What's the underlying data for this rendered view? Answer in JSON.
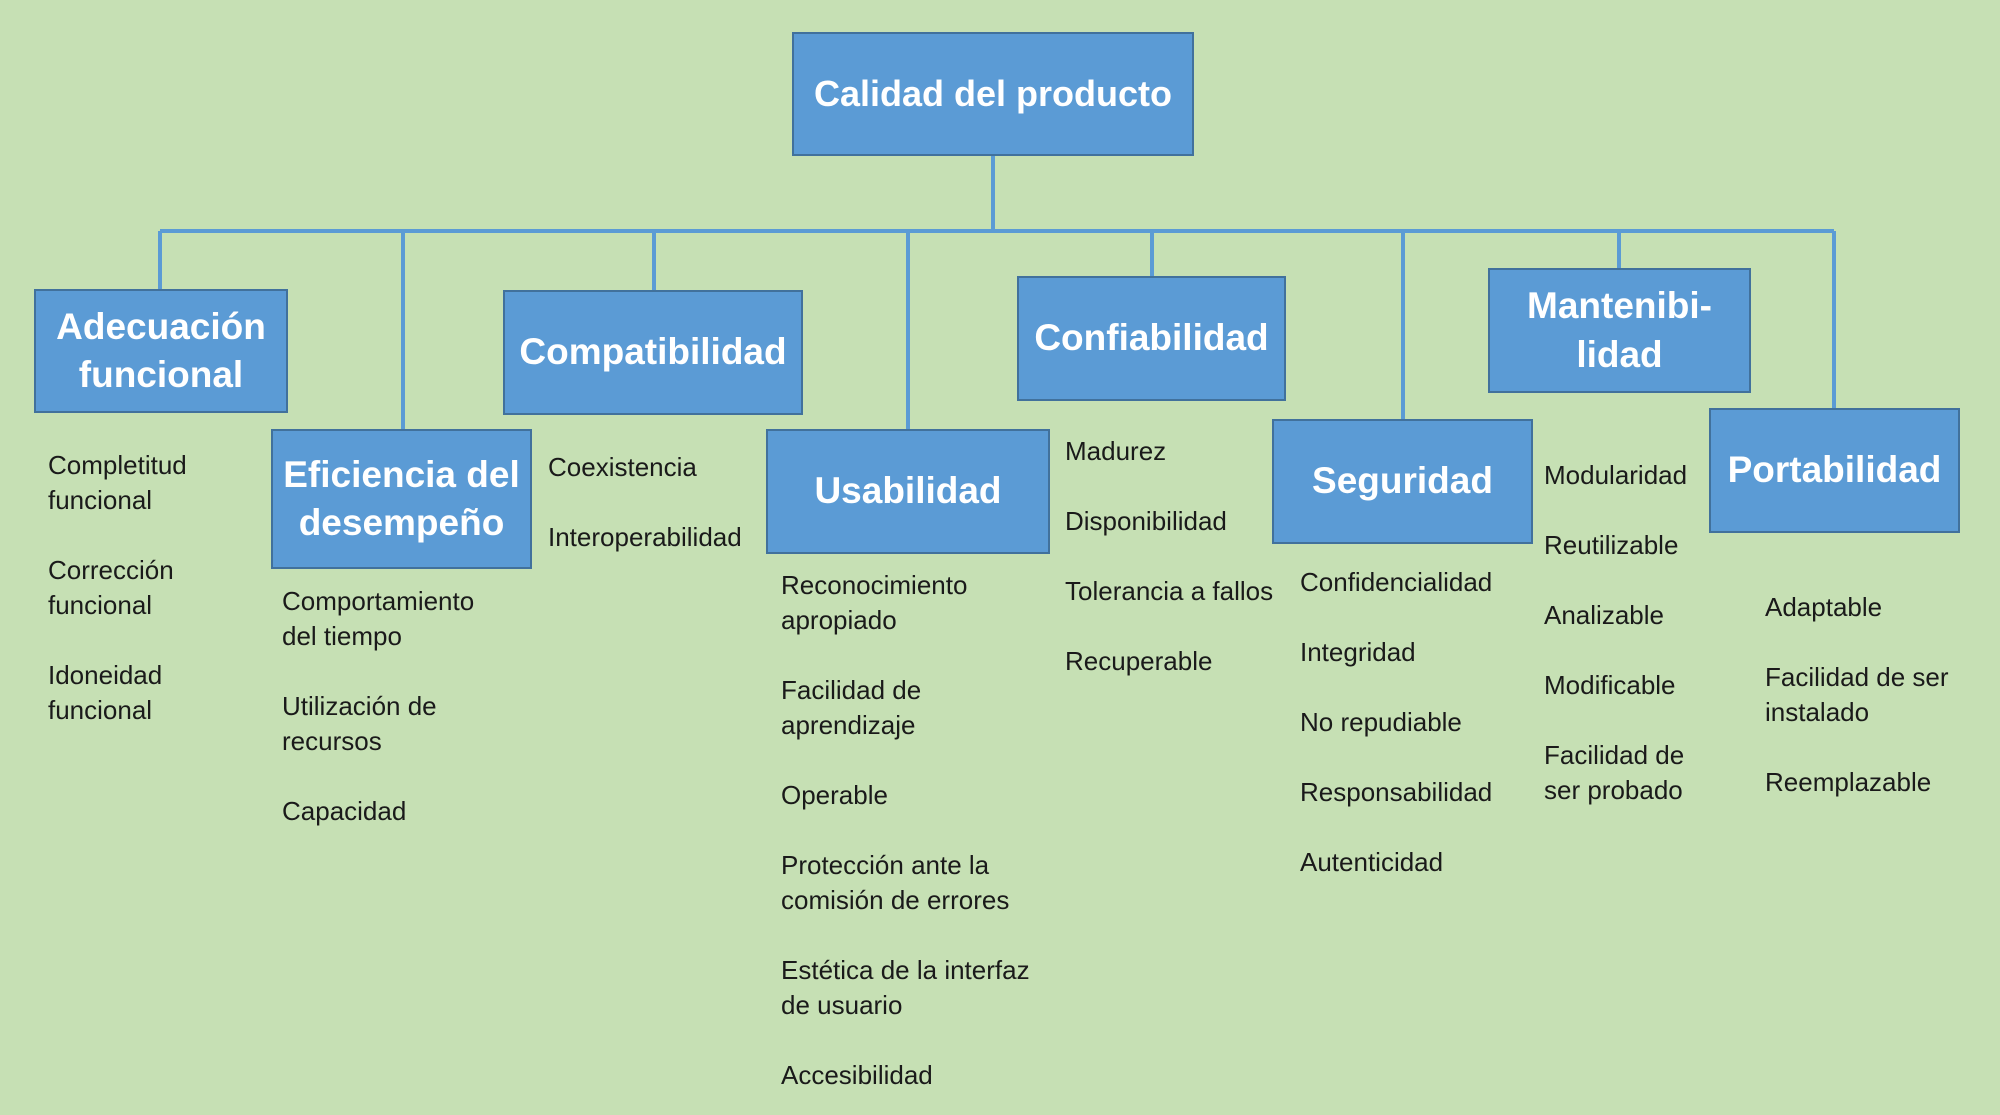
{
  "root": {
    "label": "Calidad del producto"
  },
  "categories": [
    {
      "label": "Adecuación funcional",
      "items": [
        "Completitud funcional",
        "Corrección funcional",
        "Idoneidad funcional"
      ]
    },
    {
      "label": "Eficiencia del desempeño",
      "items": [
        "Comportamiento del tiempo",
        "Utilización de recursos",
        "Capacidad"
      ]
    },
    {
      "label": "Compatibilidad",
      "items": [
        "Coexistencia",
        "Interoperabilidad"
      ]
    },
    {
      "label": "Usabilidad",
      "items": [
        "Reconocimiento apropiado",
        "Facilidad de aprendizaje",
        "Operable",
        "Protección ante la comisión de errores",
        "Estética de la interfaz de usuario",
        "Accesibilidad"
      ]
    },
    {
      "label": "Confiabilidad",
      "items": [
        "Madurez",
        "Disponibilidad",
        "Tolerancia a fallos",
        "Recuperable"
      ]
    },
    {
      "label": "Seguridad",
      "items": [
        "Confidencialidad",
        "Integridad",
        "No repudiable",
        "Responsabilidad",
        "Autenticidad"
      ]
    },
    {
      "label": "Mantenibi-lidad",
      "items": [
        "Modularidad",
        "Reutilizable",
        "Analizable",
        "Modificable",
        "Facilidad de ser probado"
      ]
    },
    {
      "label": "Portabilidad",
      "items": [
        "Adaptable",
        "Facilidad de ser instalado",
        "Reemplazable"
      ]
    }
  ],
  "colors": {
    "background": "#c6e0b4",
    "box": "#5b9bd5",
    "box_border": "#41719c",
    "connector": "#5b9bd5",
    "box_text": "#ffffff",
    "item_text": "#1a1a1a"
  }
}
